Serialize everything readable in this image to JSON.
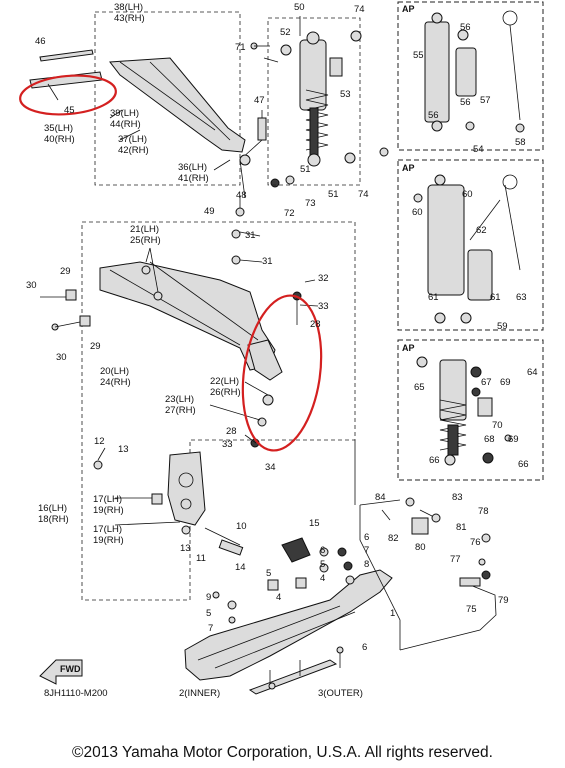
{
  "diagram": {
    "code": "8JH1110-M200",
    "fwd_label": "FWD",
    "ap_label": "AP",
    "labels": {
      "n1": "1",
      "n2": "2(INNER)",
      "n3": "3(OUTER)",
      "n4": "4",
      "n4b": "4",
      "n5": "5",
      "n5b": "5",
      "n5c": "5",
      "n6": "6",
      "n6b": "6",
      "n7": "7",
      "n7b": "7",
      "n8": "8",
      "n9": "9",
      "n10": "10",
      "n11": "11",
      "n12": "12",
      "n13": "13",
      "n13b": "13",
      "n14": "14",
      "n15": "15",
      "n16": "16(LH)",
      "n17a": "17(LH)",
      "n17b": "17(LH)",
      "n18": "18(RH)",
      "n19a": "19(RH)",
      "n19b": "19(RH)",
      "n20": "20(LH)",
      "n21": "21(LH)",
      "n22": "22(LH)",
      "n23": "23(LH)",
      "n24": "24(RH)",
      "n25": "25(RH)",
      "n26": "26(RH)",
      "n27": "27(RH)",
      "n28": "28",
      "n28b": "28",
      "n29": "29",
      "n29b": "29",
      "n30": "30",
      "n30b": "30",
      "n31": "31",
      "n31b": "31",
      "n32": "32",
      "n33": "33",
      "n33b": "33",
      "n34": "34",
      "n35": "35(LH)",
      "n36": "36(LH)",
      "n37": "37(LH)",
      "n38": "38(LH)",
      "n39": "39(LH)",
      "n40": "40(RH)",
      "n41": "41(RH)",
      "n42": "42(RH)",
      "n43": "43(RH)",
      "n44": "44(RH)",
      "n45": "45",
      "n46": "46",
      "n47": "47",
      "n48": "48",
      "n49": "49",
      "n50": "50",
      "n51": "51",
      "n51b": "51",
      "n52": "52",
      "n53": "53",
      "n54": "54",
      "n55": "55",
      "n56": "56",
      "n57": "57",
      "n58": "58",
      "n59": "59",
      "n60": "60",
      "n60b": "60",
      "n61": "61",
      "n61b": "61",
      "n62": "62",
      "n63": "63",
      "n64": "64",
      "n65": "65",
      "n66": "66",
      "n66b": "66",
      "n67": "67",
      "n68": "68",
      "n69": "69",
      "n69b": "69",
      "n70": "70",
      "n71": "71",
      "n72": "72",
      "n73": "73",
      "n74": "74",
      "n74b": "74",
      "n75": "75",
      "n76": "76",
      "n77": "77",
      "n78": "78",
      "n79": "79",
      "n80": "80",
      "n81": "81",
      "n82": "82",
      "n83": "83",
      "n84": "84"
    }
  },
  "footer": {
    "copyright": "©2013 Yamaha Motor Corporation, U.S.A. All rights reserved."
  }
}
